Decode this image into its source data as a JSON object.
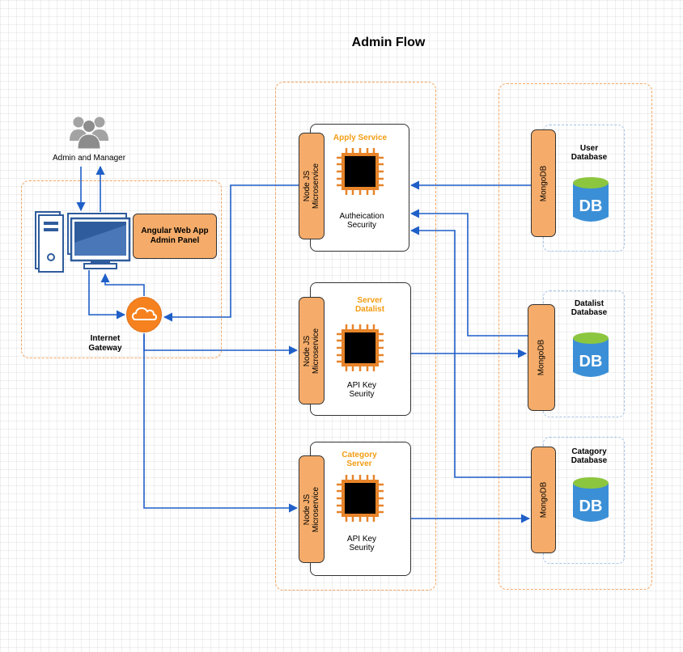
{
  "title": "Admin Flow",
  "client": {
    "users_label": "Admin and Manager",
    "panel_label_line1": "Angular Web App",
    "panel_label_line2": "Admin Panel",
    "gateway_line1": "Internet",
    "gateway_line2": "Gateway"
  },
  "services": [
    {
      "title_line1": "Apply Service",
      "title_line2": "",
      "bar_line1": "Node JS",
      "bar_line2": "Microservice",
      "sub_line1": "Autheication",
      "sub_line2": "Security"
    },
    {
      "title_line1": "Server",
      "title_line2": "Datalist",
      "bar_line1": "Node JS",
      "bar_line2": "Microservice",
      "sub_line1": "API Key",
      "sub_line2": "Seurity"
    },
    {
      "title_line1": "Category",
      "title_line2": "Server",
      "bar_line1": "Node JS",
      "bar_line2": "Microservice",
      "sub_line1": "API Key",
      "sub_line2": "Seurity"
    }
  ],
  "databases": [
    {
      "engine": "MongoDB",
      "name_line1": "User",
      "name_line2": "Database",
      "icon_text": "DB"
    },
    {
      "engine": "MongoDB",
      "name_line1": "Datalist",
      "name_line2": "Database",
      "icon_text": "DB"
    },
    {
      "engine": "MongoDB",
      "name_line1": "Catagory",
      "name_line2": "Database",
      "icon_text": "DB"
    }
  ],
  "colors": {
    "accent_orange": "#f5ac6a",
    "title_orange": "#f39c12",
    "arrow_blue": "#1f5fc8",
    "db_blue": "#3b8fd6",
    "db_green": "#8cc63f"
  }
}
